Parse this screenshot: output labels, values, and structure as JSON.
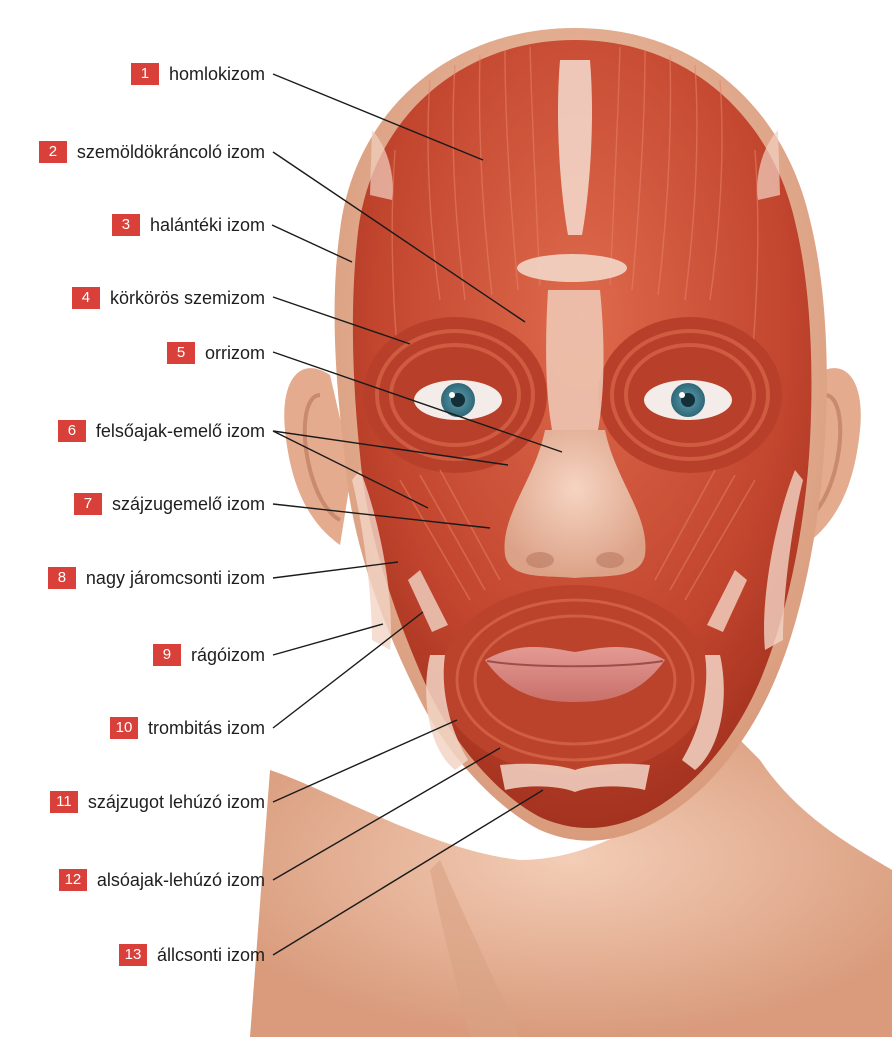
{
  "colors": {
    "badge": "#d9403a",
    "leader_line": "#1a1a1a",
    "skin": "#e8b59a",
    "muscle": "#c94a33"
  },
  "labels": [
    {
      "number": "1",
      "text": "homlokizom"
    },
    {
      "number": "2",
      "text": "szemöldökráncoló izom"
    },
    {
      "number": "3",
      "text": "halántéki izom"
    },
    {
      "number": "4",
      "text": "körkörös szemizom"
    },
    {
      "number": "5",
      "text": "orrizom"
    },
    {
      "number": "6",
      "text": "felsőajak-emelő izom"
    },
    {
      "number": "7",
      "text": "szájzugemelő izom"
    },
    {
      "number": "8",
      "text": "nagy járomcsonti izom"
    },
    {
      "number": "9",
      "text": "rágóizom"
    },
    {
      "number": "10",
      "text": "trombitás izom"
    },
    {
      "number": "11",
      "text": "szájzugot lehúzó izom"
    },
    {
      "number": "12",
      "text": "alsóajak-lehúzó izom"
    },
    {
      "number": "13",
      "text": "állcsonti izom"
    }
  ]
}
